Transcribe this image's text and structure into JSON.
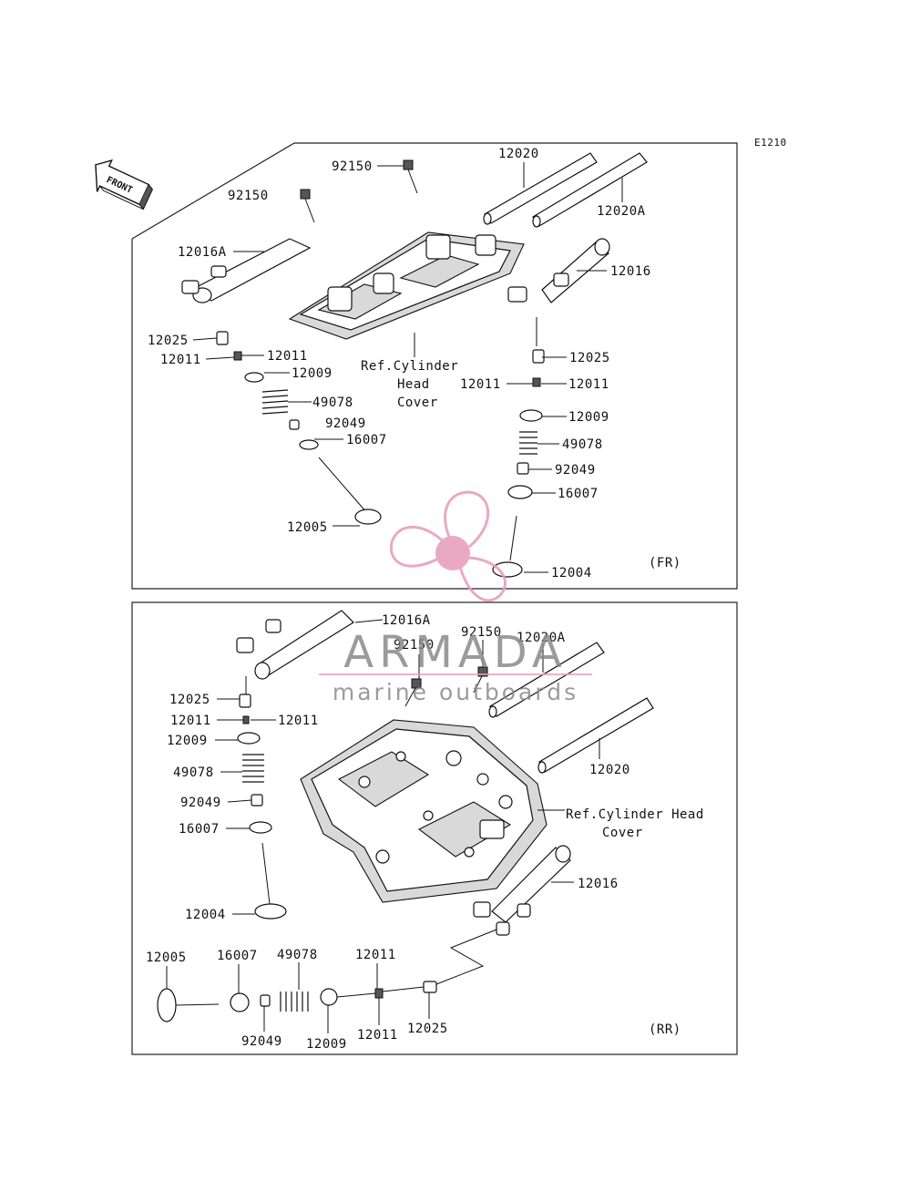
{
  "diagram_code": "E1210",
  "front_label": "FRONT",
  "colors": {
    "line": "#111111",
    "watermark": "#e8a0bd",
    "watermark_text": "#8a8a8a"
  },
  "watermark": {
    "brand": "ARMADA",
    "tagline": "marine outboards"
  },
  "panels": [
    {
      "id": "fr",
      "section_label": "(FR)",
      "ref_label_lines": [
        "Ref.Cylinder",
        "Head",
        "Cover"
      ],
      "callouts": [
        "92150",
        "12020",
        "92150",
        "12020A",
        "12016A",
        "12016",
        "12025",
        "12011",
        "12011",
        "12009",
        "12025",
        "12011",
        "12011",
        "49078",
        "92049",
        "16007",
        "12009",
        "49078",
        "92049",
        "16007",
        "12005",
        "12004"
      ]
    },
    {
      "id": "rr",
      "section_label": "(RR)",
      "ref_label_lines": [
        "Ref.Cylinder Head",
        "Cover"
      ],
      "callouts": [
        "12016A",
        "92150",
        "12020A",
        "92150",
        "12025",
        "12011",
        "12011",
        "12009",
        "49078",
        "92049",
        "16007",
        "12004",
        "12020",
        "12016",
        "12005",
        "16007",
        "49078",
        "12011",
        "92049",
        "12009",
        "12011",
        "12025"
      ]
    }
  ]
}
